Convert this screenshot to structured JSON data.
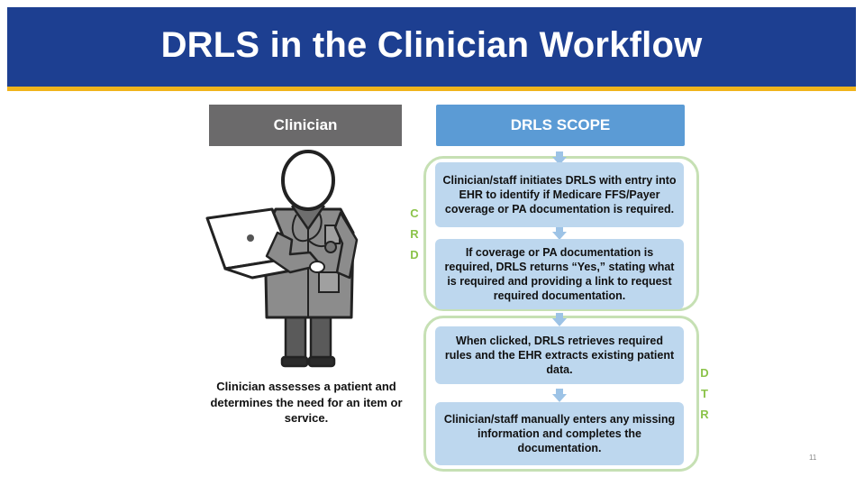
{
  "title": "DRLS in the Clinician Workflow",
  "clinician_header": "Clinician",
  "scope_header": "DRLS SCOPE",
  "crd_letters": [
    "C",
    "R",
    "D"
  ],
  "dtr_letters": [
    "D",
    "T",
    "R"
  ],
  "steps": [
    "Clinician/staff initiates DRLS with entry into EHR to identify if Medicare FFS/Payer coverage or PA documentation is required.",
    "If coverage or PA documentation is required, DRLS returns “Yes,” stating what is required and providing a link to request required documentation.",
    "When clicked, DRLS retrieves required rules and the EHR extracts existing patient data.",
    "Clinician/staff manually enters any missing information and completes the documentation."
  ],
  "caption": "Clinician assesses a patient and determines the need for an item or service.",
  "page_number": "11",
  "colors": {
    "title_bg": "#1d3f91",
    "title_rule": "#f0b41c",
    "clinician_header_bg": "#6b6a6b",
    "scope_header_bg": "#5b9bd5",
    "step_bg": "#bdd7ee",
    "group_border": "#c6e0b4",
    "side_label": "#8bc34a"
  }
}
